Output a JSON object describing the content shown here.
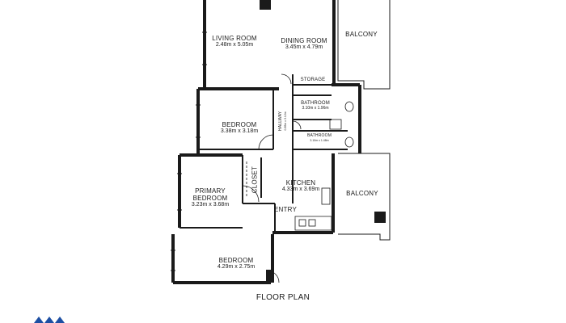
{
  "rooms": {
    "living_room": {
      "name": "LIVING ROOM",
      "dims": "2.48m x 5.05m"
    },
    "dining_room": {
      "name": "DINING ROOM",
      "dims": "3.45m x 4.79m"
    },
    "balcony_top": {
      "name": "BALCONY"
    },
    "storage": {
      "name": "STORAGE"
    },
    "bathroom_1": {
      "name": "BATHROOM",
      "dims": "3.10m x 1.96m"
    },
    "hallway": {
      "name": "HALLWAY",
      "dims": "0.89m x 3.12m"
    },
    "bedroom_1": {
      "name": "BEDROOM",
      "dims": "3.38m x 3.18m"
    },
    "bathroom_2": {
      "name": "BATHROOM",
      "dims": "3.10m x 1.48m"
    },
    "closet": {
      "name": "CLOSET"
    },
    "kitchen": {
      "name": "KITCHEN",
      "dims": "4.33m x 3.69m"
    },
    "primary_bedroom": {
      "name_line1": "PRIMARY",
      "name_line2": "BEDROOM",
      "dims": "3.23m x 3.68m"
    },
    "entry": {
      "name": "ENTRY"
    },
    "balcony_right": {
      "name": "BALCONY"
    },
    "bedroom_2": {
      "name": "BEDROOM",
      "dims": "4.29m x 2.75m"
    }
  },
  "caption": "FLOOR PLAN",
  "colors": {
    "wall": "#1a1a1a",
    "logo": "#1d4fa3"
  }
}
